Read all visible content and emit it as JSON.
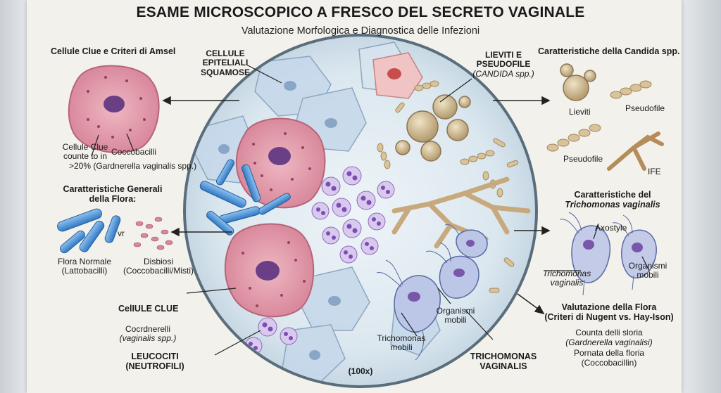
{
  "header": {
    "title": "ESAME MICROSCOPICO A FRESCO DEL SECRETO VAGINALE",
    "subtitle": "Valutazione Morfologica e Diagnostica delle Infezioni"
  },
  "left_panel": {
    "clue_heading": "Cellule Clue e Criteri di Amsel",
    "clue_count_label": [
      "Cellule Clue",
      "counte to in",
      ">20% (Gardnerella vaginalis spp.)"
    ],
    "coccobacilli_label": "Coccobacilli",
    "flora_heading": [
      "Caratteristiche Generali",
      "della Flora:"
    ],
    "vr_label": "vr",
    "normal_flora_label": [
      "Flora Normale",
      "(Lattobacilli)"
    ],
    "dysbiosis_label": [
      "Disbiosi",
      "(Coccobacilli/Misti)"
    ],
    "clue_cells_label": "CelIULE CLUE",
    "coccobacilli_note": [
      "Cocrdnerelli",
      "(vaginalis spp.)"
    ],
    "leucocytes_label": [
      "LEUCOCITI",
      "(NEUTROFILI)"
    ]
  },
  "center": {
    "squamous_label": [
      "CELLULE",
      "EPITELIALI",
      "SQUAMOSE"
    ],
    "yeast_label": [
      "LIEVITI E",
      "PSEUDOFILE",
      "(CANDIDA spp.)"
    ],
    "organisms_label": [
      "Organismi",
      "mobili"
    ],
    "trich_small_label": [
      "Trichomonas",
      "mobili"
    ],
    "magnification": "(100x)",
    "trich_big_label": [
      "TRICHOMONAS",
      "VAGINALIS"
    ]
  },
  "right_panel": {
    "candida_heading": "Caratteristiche della Candida spp.",
    "lieviti": "Lieviti",
    "pseudofile_1": "Pseudofile",
    "pseudofile_2": "Pseudofile",
    "ife": "IFE",
    "trich_heading": [
      "Caratteristiche del",
      "Trichomonas vaginalis"
    ],
    "axostyle": "Axostyle",
    "trich_label": [
      "Trichomonas",
      "vaginalis"
    ],
    "organisms_label": [
      "Organismi",
      "mobili"
    ],
    "flora_eval_heading": [
      "Valutazione della Flora",
      "(Criteri di Nugent vs. Hay-Ison)"
    ],
    "flora_eval_lines": [
      "Counta delli sloria",
      "(Gardnerella vaginalisi)",
      "Pornata della floria",
      "(Coccobacillin)"
    ]
  }
}
